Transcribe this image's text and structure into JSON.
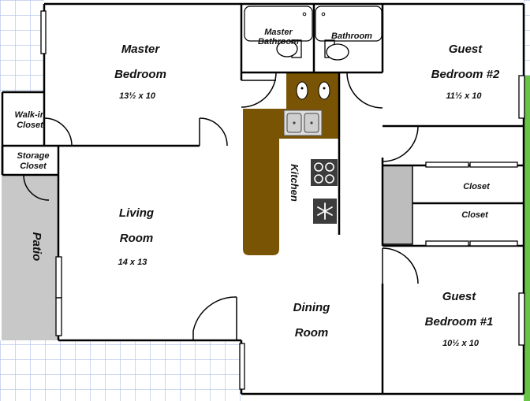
{
  "colors": {
    "tile_grid": "#a9bfe6",
    "patio": "#c8c8c8",
    "counter": "#7a5405",
    "lawn": "#67c444",
    "appliance": "#3c3c3c",
    "closet_fill": "#bdbdbd"
  },
  "rooms": {
    "master_bedroom": {
      "name_line1": "Master",
      "name_line2": "Bedroom",
      "dims": "13½  x 10"
    },
    "guest_bedroom_2": {
      "name_line1": "Guest",
      "name_line2": "Bedroom #2",
      "dims": "11½ x 10"
    },
    "guest_bedroom_1": {
      "name_line1": "Guest",
      "name_line2": "Bedroom #1",
      "dims": "10½ x 10"
    },
    "living_room": {
      "name_line1": "Living",
      "name_line2": "Room",
      "dims": "14 x 13"
    },
    "dining_room": {
      "name_line1": "Dining",
      "name_line2": "Room"
    },
    "master_bathroom": {
      "name_line1": "Master",
      "name_line2": "Bathroom"
    },
    "bathroom": {
      "name": "Bathroom"
    },
    "walk_in_closet": {
      "name_line1": "Walk-in",
      "name_line2": "Closet"
    },
    "storage_closet": {
      "name_line1": "Storage",
      "name_line2": "Closet"
    },
    "kitchen": {
      "name": "Kitchen"
    },
    "patio": {
      "name": "Patio"
    },
    "closet_upper": {
      "name": "Closet"
    },
    "closet_lower": {
      "name": "Closet"
    }
  },
  "icons": {
    "stove": "stove-icon",
    "freezer": "snowflake-icon",
    "sink": "double-sink-icon",
    "toilet": "toilet-icon"
  }
}
